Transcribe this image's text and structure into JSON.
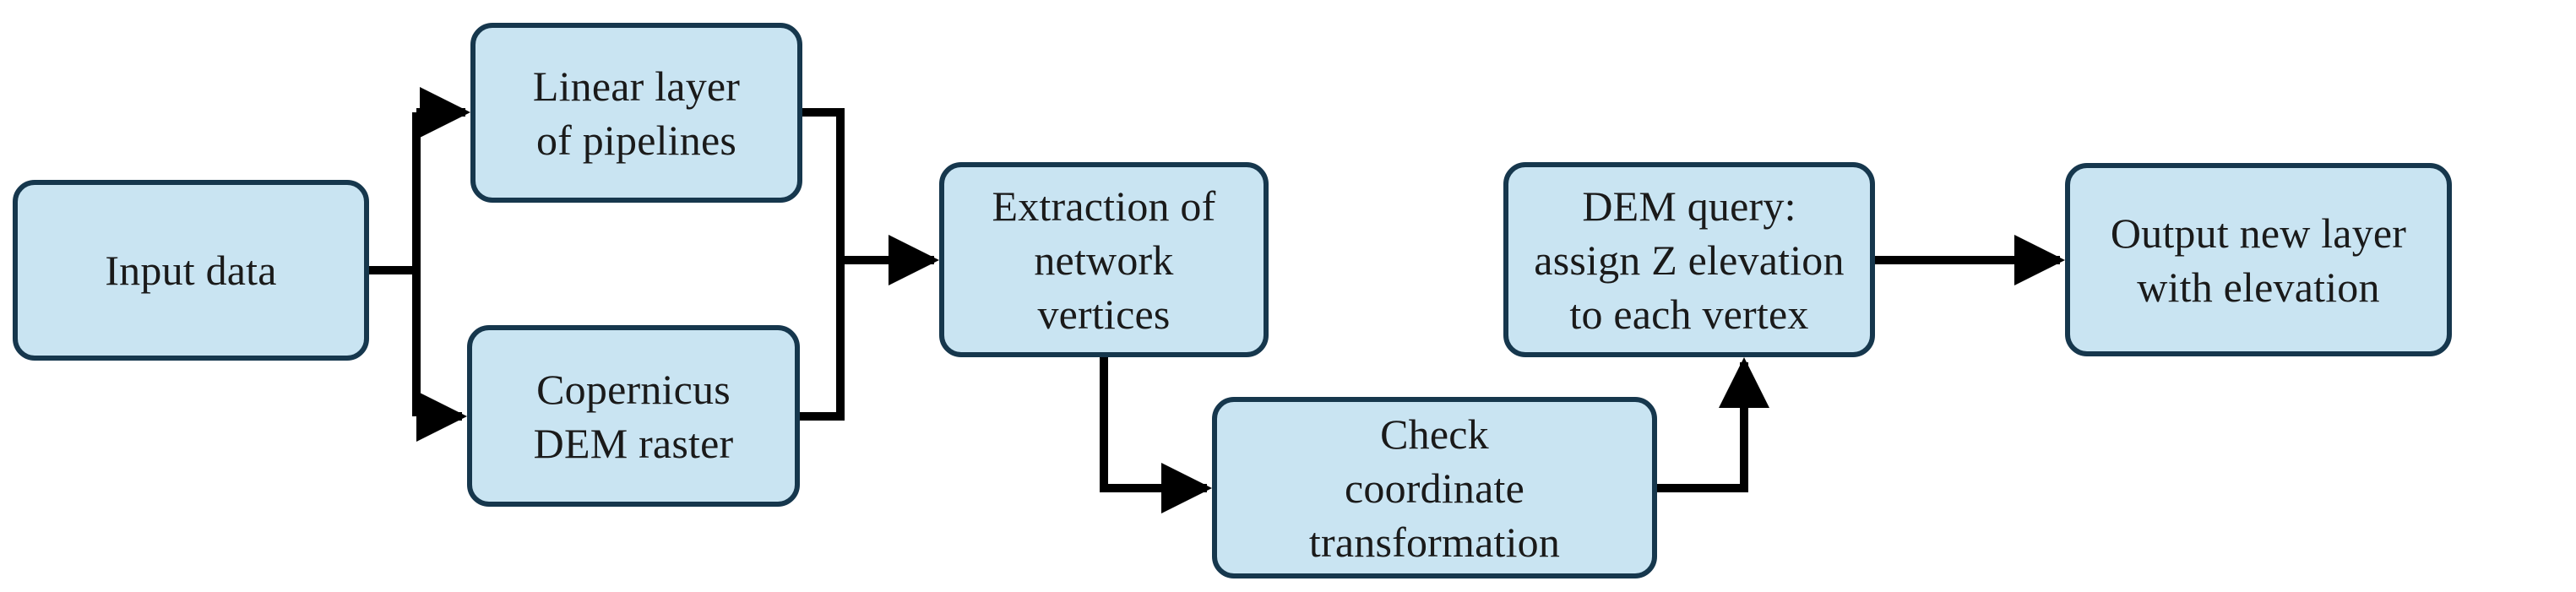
{
  "figure": {
    "type": "flowchart",
    "background": "#ffffff",
    "colors": {
      "node_fill": "#c9e4f2",
      "node_border": "#16374d",
      "connector": "#000000",
      "text": "#1a1a1a",
      "background": "#ffffff"
    },
    "nodes": [
      {
        "id": "input",
        "label": "Input data"
      },
      {
        "id": "linear",
        "label": "Linear layer\nof pipelines"
      },
      {
        "id": "copernicus",
        "label": "Copernicus\nDEM raster"
      },
      {
        "id": "extraction",
        "label": "Extraction of\nnetwork\nvertices"
      },
      {
        "id": "check",
        "label": "Check\ncoordinate\ntransformation"
      },
      {
        "id": "demquery",
        "label": "DEM query:\nassign Z elevation\nto each vertex"
      },
      {
        "id": "output",
        "label": "Output new layer\nwith elevation"
      }
    ],
    "edges": [
      {
        "from": "input",
        "to": "linear"
      },
      {
        "from": "input",
        "to": "copernicus"
      },
      {
        "from": "linear",
        "to": "extraction"
      },
      {
        "from": "copernicus",
        "to": "extraction"
      },
      {
        "from": "extraction",
        "to": "check"
      },
      {
        "from": "check",
        "to": "demquery"
      },
      {
        "from": "demquery",
        "to": "output"
      }
    ]
  }
}
